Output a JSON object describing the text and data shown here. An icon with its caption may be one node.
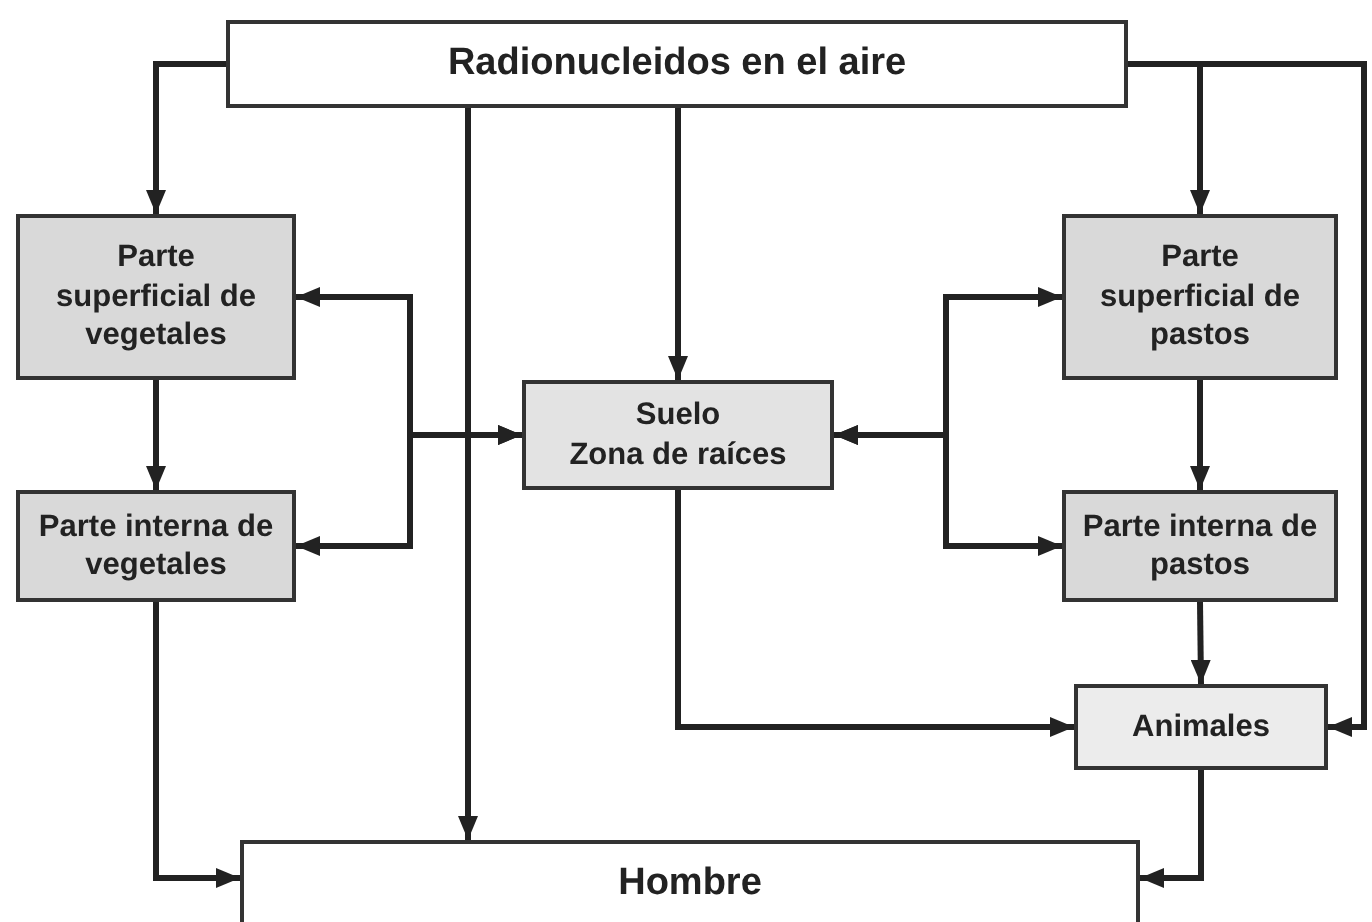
{
  "diagram": {
    "nodes": [
      {
        "text": [
          "Radionucleidos en el aire"
        ]
      },
      {
        "text": [
          "Parte superficial de vegetales"
        ]
      },
      {
        "text": [
          "Parte interna de vegetales"
        ]
      },
      {
        "text": [
          "Suelo",
          "Zona de raíces"
        ]
      },
      {
        "text": [
          "Parte superficial de pastos"
        ]
      },
      {
        "text": [
          "Parte interna de pastos"
        ]
      },
      {
        "text": [
          "Animales"
        ]
      },
      {
        "text": [
          "Hombre"
        ]
      }
    ],
    "edges": [
      {
        "from": 0,
        "to": 1,
        "arrow": "to"
      },
      {
        "from": 0,
        "to": 7,
        "arrow": "to"
      },
      {
        "from": 0,
        "to": 3,
        "arrow": "to"
      },
      {
        "from": 0,
        "to": 4,
        "arrow": "to"
      },
      {
        "from": 0,
        "to": 6,
        "arrow": "to"
      },
      {
        "from": 1,
        "to": 2,
        "arrow": "to"
      },
      {
        "from": 3,
        "to": 1,
        "arrow": "both"
      },
      {
        "from": 3,
        "to": 2,
        "arrow": "both"
      },
      {
        "from": 3,
        "to": 4,
        "arrow": "both"
      },
      {
        "from": 3,
        "to": 5,
        "arrow": "both"
      },
      {
        "from": 4,
        "to": 5,
        "arrow": "to"
      },
      {
        "from": 5,
        "to": 6,
        "arrow": "to"
      },
      {
        "from": 3,
        "to": 6,
        "arrow": "to"
      },
      {
        "from": 2,
        "to": 7,
        "arrow": "to"
      },
      {
        "from": 6,
        "to": 7,
        "arrow": "to"
      }
    ]
  }
}
